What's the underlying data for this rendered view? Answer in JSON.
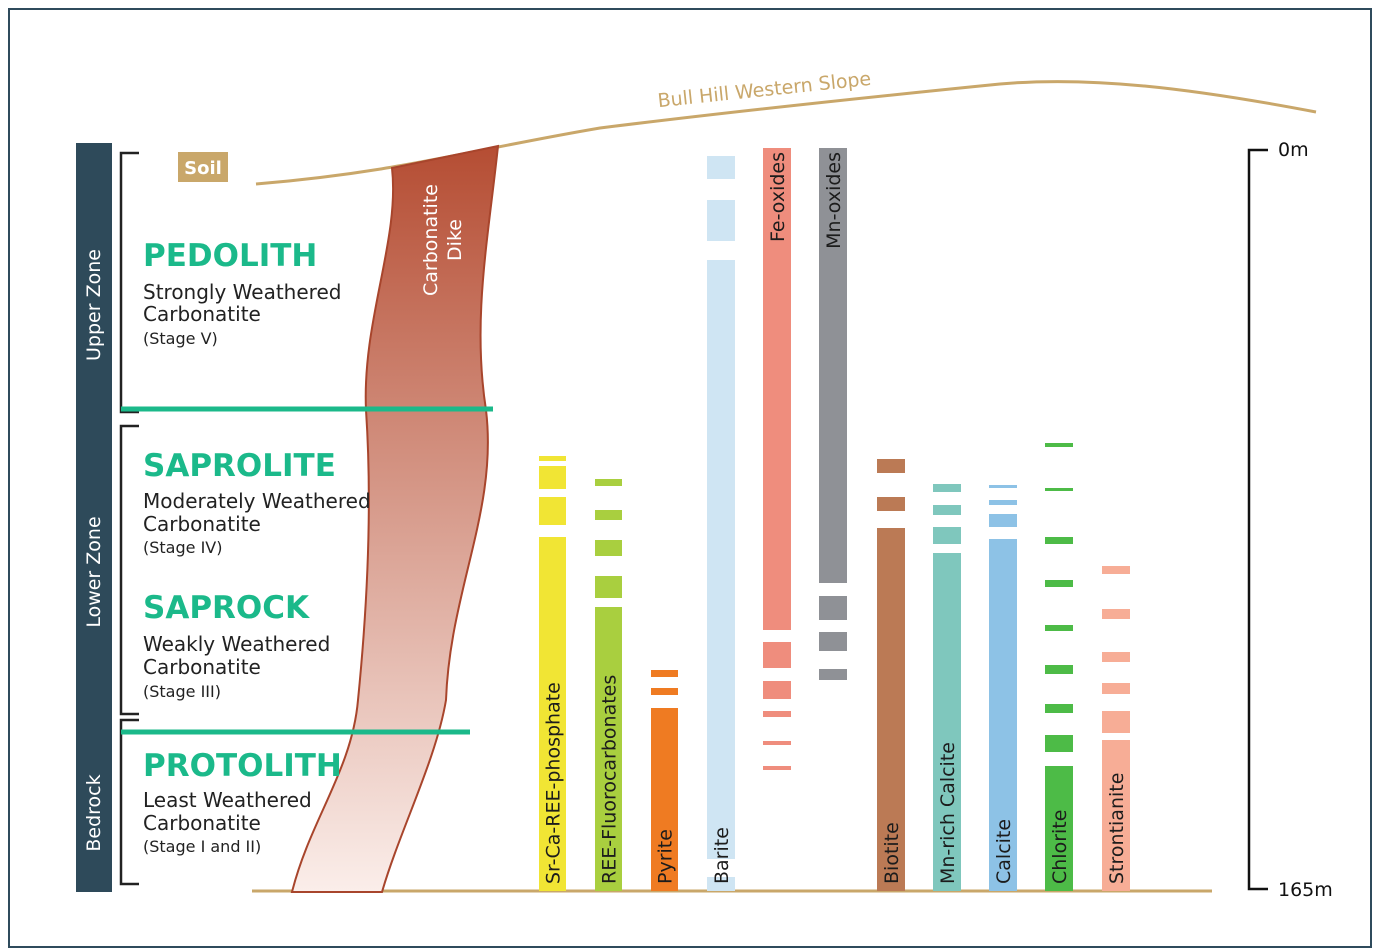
{
  "colors": {
    "ground": "#c9a76a",
    "zone_bar": "#2e4a5a",
    "accent_green": "#1bb98a",
    "dike_top": "#b54d33",
    "dike_bottom": "#fbeeea",
    "dike_outline": "#a8452c"
  },
  "slope_label": "Bull Hill Western Slope",
  "soil_label": "Soil",
  "dike_label_line1": "Carbonatite",
  "dike_label_line2": "Dike",
  "zones": [
    {
      "label": "Upper Zone"
    },
    {
      "label": "Lower Zone"
    },
    {
      "label": "Bedrock"
    }
  ],
  "sections": [
    {
      "title": "PEDOLITH",
      "line1": "Strongly Weathered",
      "line2": "Carbonatite",
      "stage": "(Stage V)"
    },
    {
      "title": "SAPROLITE",
      "line1": "Moderately Weathered",
      "line2": "Carbonatite",
      "stage": "(Stage IV)"
    },
    {
      "title": "SAPROCK",
      "line1": "Weakly Weathered",
      "line2": "Carbonatite",
      "stage": "(Stage III)"
    },
    {
      "title": "PROTOLITH",
      "line1": "Least Weathered",
      "line2": "Carbonatite",
      "stage": "(Stage I and II)"
    }
  ],
  "scale": {
    "top_label": "0m",
    "bottom_label": "165m"
  },
  "minerals": [
    {
      "name": "Sr-Ca-REE-phosphate",
      "color": "#f1e534"
    },
    {
      "name": "REE-Fluorocarbonates",
      "color": "#a9cf3f"
    },
    {
      "name": "Pyrite",
      "color": "#ef7b22"
    },
    {
      "name": "Barite",
      "color": "#cfe5f3"
    },
    {
      "name": "Fe-oxides",
      "color": "#ef8d7d"
    },
    {
      "name": "Mn-oxides",
      "color": "#8f9196"
    },
    {
      "name": "Biotite",
      "color": "#bb7a55"
    },
    {
      "name": "Mn-rich Calcite",
      "color": "#7fc7bd"
    },
    {
      "name": "Calcite",
      "color": "#8dc2e6"
    },
    {
      "name": "Chlorite",
      "color": "#4dbb47"
    },
    {
      "name": "Strontianite",
      "color": "#f7ad96"
    }
  ]
}
